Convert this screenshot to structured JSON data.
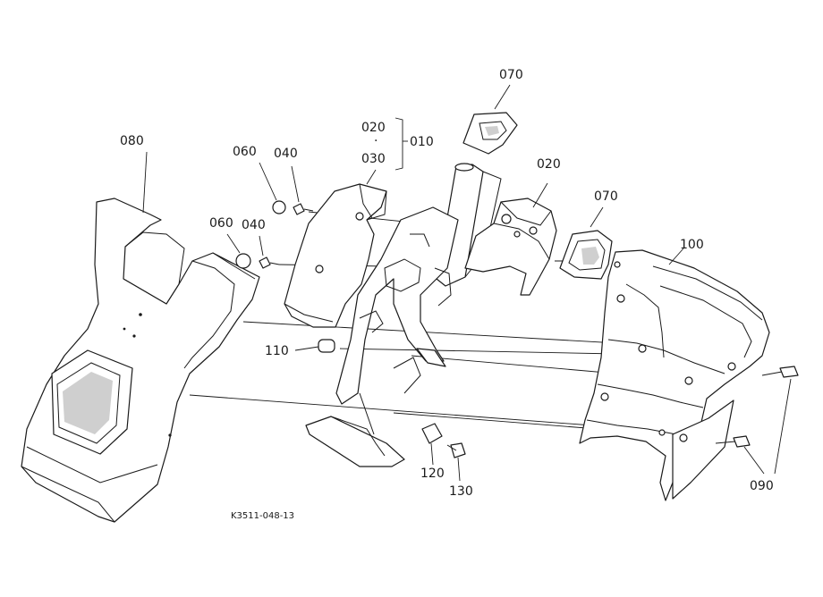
{
  "callouts": {
    "c070_top": "070",
    "c020_bracket": "020",
    "c_dot": "·",
    "c030": "030",
    "c010": "010",
    "c080": "080",
    "c060_top": "060",
    "c040_top": "040",
    "c060_mid": "060",
    "c040_mid": "040",
    "c020_right": "020",
    "c070_right": "070",
    "c100": "100",
    "c110": "110",
    "c120": "120",
    "c130": "130",
    "c090": "090"
  },
  "reference_code": "K3511-048-13"
}
